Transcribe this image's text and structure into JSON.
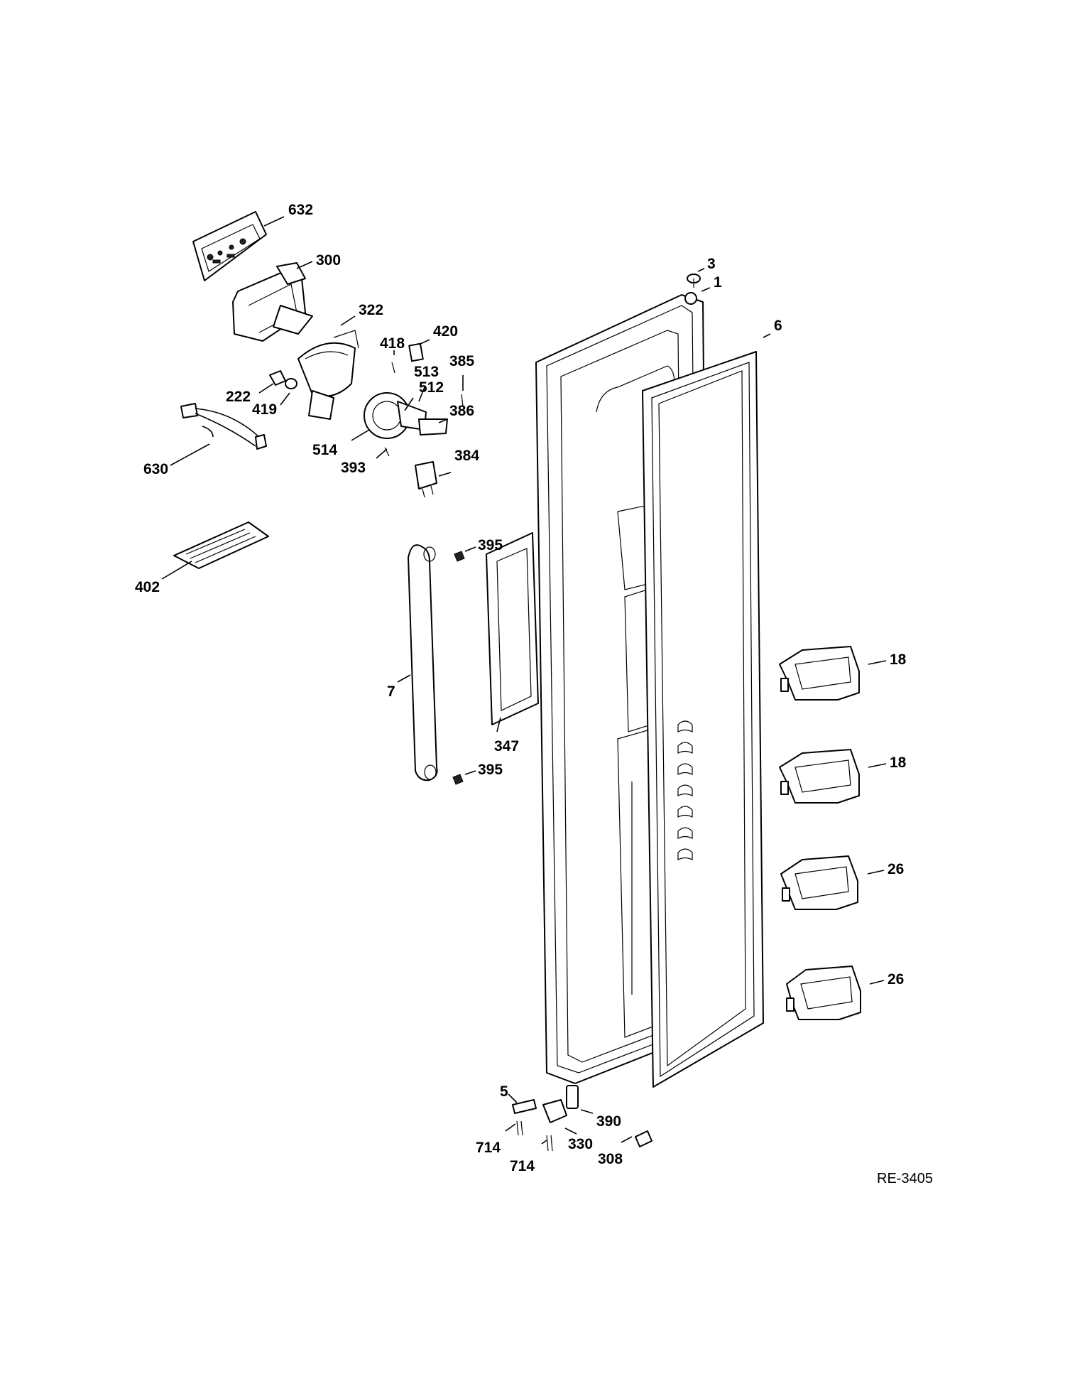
{
  "diagram": {
    "reference": "RE-3405",
    "callouts": [
      "632",
      "300",
      "322",
      "420",
      "418",
      "385",
      "513",
      "512",
      "386",
      "222",
      "419",
      "514",
      "393",
      "384",
      "630",
      "402",
      "395",
      "347",
      "7",
      "395",
      "3",
      "1",
      "6",
      "18",
      "18",
      "26",
      "26",
      "5",
      "390",
      "714",
      "330",
      "308",
      "714"
    ]
  }
}
